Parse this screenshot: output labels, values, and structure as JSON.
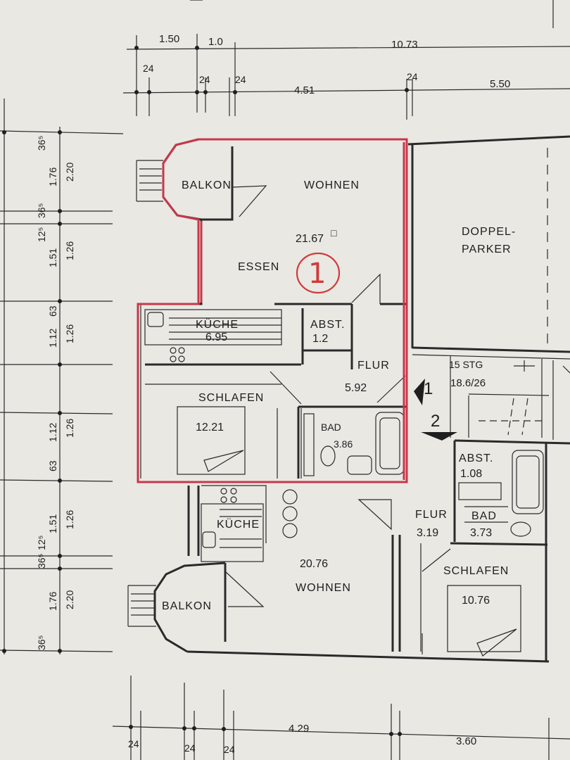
{
  "dimensions_top": {
    "upper": [
      "1.50",
      "1.0",
      "10.73"
    ],
    "lower": [
      "24",
      "24",
      "24",
      "4.51",
      "24",
      "5.50"
    ]
  },
  "dimensions_bottom": [
    "24",
    "24",
    "24",
    "4.29",
    "3.60"
  ],
  "dimensions_left_outer": [
    "1.76",
    "1.51",
    "1.12",
    "1.12",
    "1.51",
    "1.76"
  ],
  "dimensions_left_inner": [
    "2.20",
    "1.26",
    "1.26",
    "1.26",
    "1.26",
    "2.20"
  ],
  "dimensions_left_small": [
    "36⁵",
    "36⁵",
    "12⁵",
    "63",
    "63",
    "12⁵",
    "36⁵",
    "36⁵"
  ],
  "unit1": {
    "marker": "1",
    "balkon": "BALKON",
    "wohnen": "WOHNEN",
    "essen": "ESSEN",
    "wohnen_area": "21.67",
    "kueche": "KÜCHE",
    "kueche_area": "6.95",
    "abst": "ABST.",
    "abst_area": "1.2",
    "flur": "FLUR",
    "flur_area": "5.92",
    "schlafen": "SCHLAFEN",
    "schlafen_area": "12.21",
    "bad": "BAD",
    "bad_area": "3.86"
  },
  "right_block": {
    "doppelparker_1": "DOPPEL-",
    "doppelparker_2": "PARKER",
    "stair_1": "15 STG",
    "stair_2": "18.6/26",
    "arrow_1": "1",
    "arrow_2": "2"
  },
  "unit2": {
    "kueche": "KÜCHE",
    "wohnen": "WOHNEN",
    "wohnen_area": "20.76",
    "balkon": "BALKON",
    "abst": "ABST.",
    "abst_area": "1.08",
    "flur": "FLUR",
    "flur_area": "3.19",
    "bad": "BAD",
    "bad_area": "3.73",
    "schlafen": "SCHLAFEN",
    "schlafen_area": "10.76"
  },
  "colors": {
    "paper": "#e9e8e3",
    "ink": "#2a2a2a",
    "highlight": "#c8374a"
  }
}
